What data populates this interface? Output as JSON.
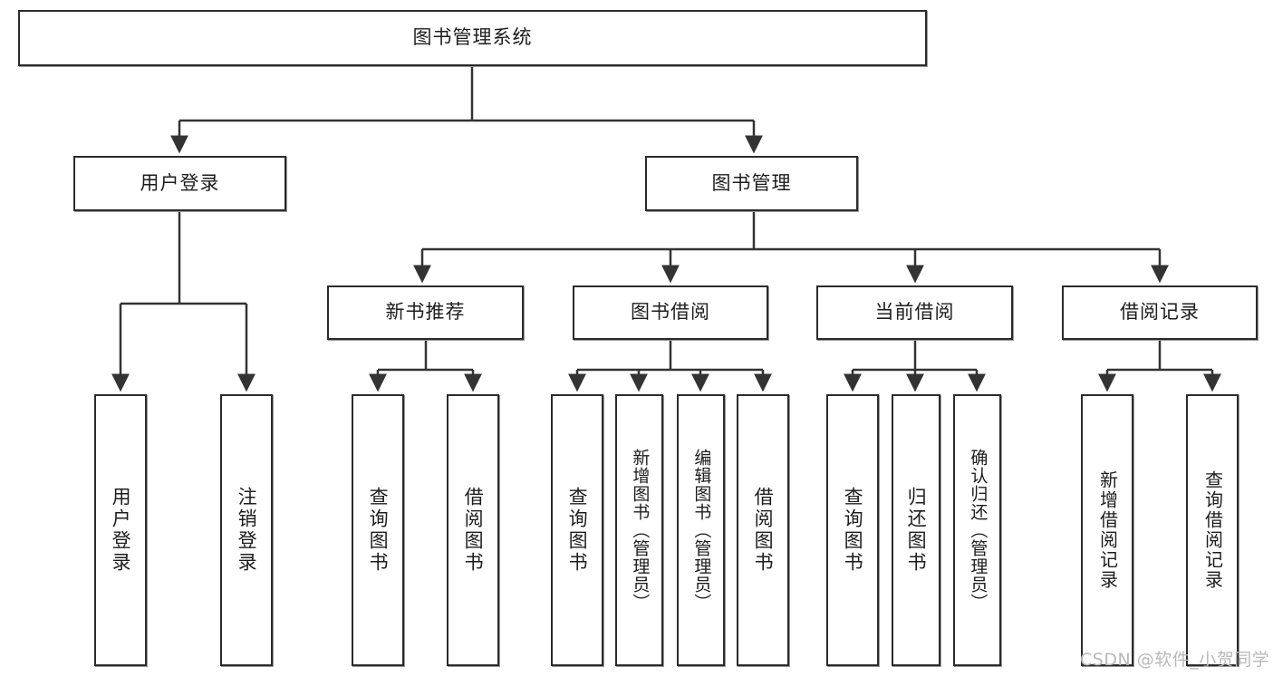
{
  "diagram": {
    "type": "tree",
    "title": "图书管理系统",
    "theme": {
      "background": "#ffffff",
      "node_fill": "#ffffff",
      "node_border": "#2b2b2b",
      "edge_color": "#333333",
      "text_color": "#1d1d1d",
      "watermark_color": "#b9b9b9"
    },
    "root": {
      "label": "图书管理系统"
    },
    "level2": [
      {
        "label": "用户登录"
      },
      {
        "label": "图书管理"
      }
    ],
    "level3": [
      {
        "label": "新书推荐"
      },
      {
        "label": "图书借阅"
      },
      {
        "label": "当前借阅"
      },
      {
        "label": "借阅记录"
      }
    ],
    "leaves": {
      "user_login": [
        {
          "label": "用户登录"
        },
        {
          "label": "注销登录"
        }
      ],
      "new_book_recommend": [
        {
          "label": "查询图书"
        },
        {
          "label": "借阅图书"
        }
      ],
      "book_borrow": [
        {
          "label": "查询图书"
        },
        {
          "label": "新增图书（管理员）"
        },
        {
          "label": "编辑图书（管理员）"
        },
        {
          "label": "借阅图书"
        }
      ],
      "current_borrow": [
        {
          "label": "查询图书"
        },
        {
          "label": "归还图书"
        },
        {
          "label": "确认归还（管理员）"
        }
      ],
      "borrow_record": [
        {
          "label": "新增借阅记录"
        },
        {
          "label": "查询借阅记录"
        }
      ]
    },
    "watermark": {
      "text": "CSDN @软件_小贺同学"
    }
  }
}
